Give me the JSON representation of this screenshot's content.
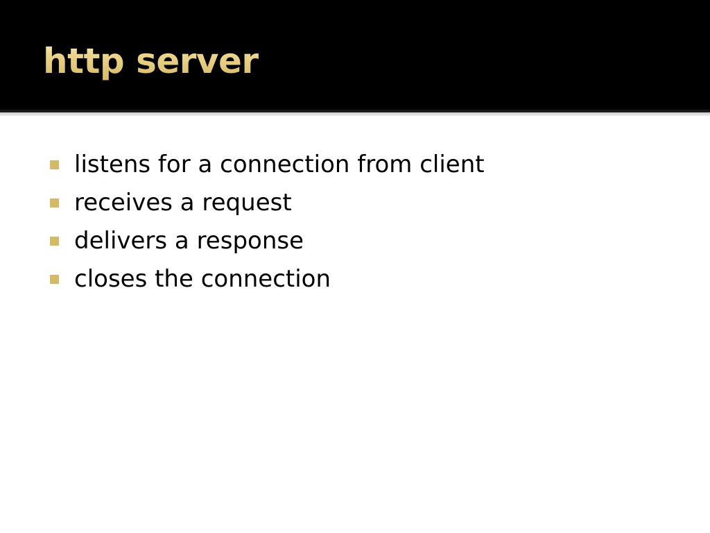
{
  "slide": {
    "title": "http server",
    "bullet_color": "#d4b969",
    "bullet_icon": "square-bullet-icon",
    "bullets": [
      {
        "text": "listens for a connection from client"
      },
      {
        "text": "receives a request"
      },
      {
        "text": "delivers a response"
      },
      {
        "text": "closes the connection"
      }
    ]
  }
}
